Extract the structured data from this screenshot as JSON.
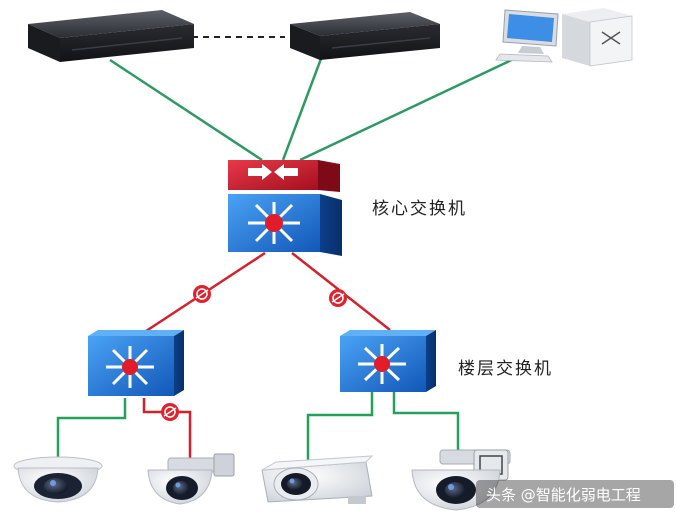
{
  "labels": {
    "core_switch": "核心交换机",
    "floor_switch": "楼层交换机"
  },
  "watermark": "头条 @智能化弱电工程",
  "colors": {
    "uplink": "#2e9a63",
    "fiber": "#d61f2a",
    "access": "#23a05a",
    "switch_blue": "#1f6fd6",
    "switch_red": "#c4142a"
  },
  "icons": [
    "nvr-icon",
    "storage-icon",
    "workstation-icon",
    "core-switch-icon",
    "floor-switch-icon",
    "dome-camera-icon",
    "ptz-camera-icon",
    "bullet-camera-icon",
    "fiber-transceiver-icon"
  ]
}
